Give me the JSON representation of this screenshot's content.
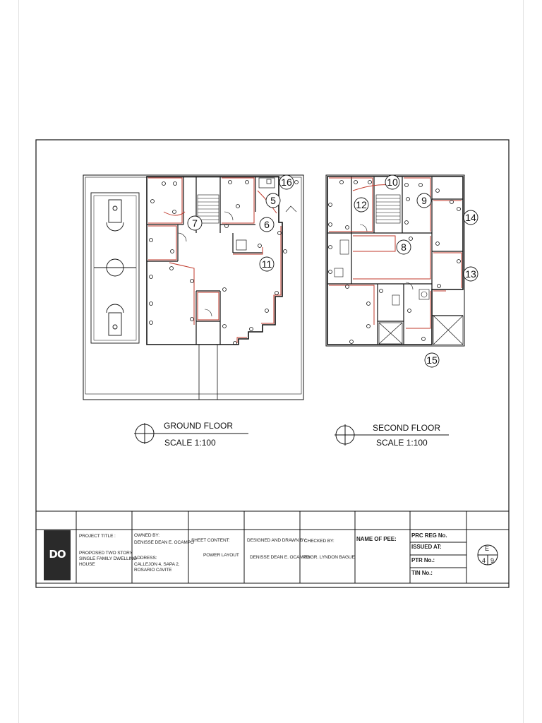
{
  "plans": {
    "ground": {
      "title": "GROUND FLOOR",
      "scale": "SCALE 1:100"
    },
    "second": {
      "title": "SECOND FLOOR",
      "scale": "SCALE 1:100"
    }
  },
  "circuit_tags": [
    "5",
    "6",
    "7",
    "11",
    "16",
    "8",
    "9",
    "10",
    "12",
    "13",
    "14",
    "15"
  ],
  "title_block": {
    "logo_mark": "DO",
    "project_title_label": "PROJECT TITLE :",
    "project_title_value": [
      "PROPOSED TWO STORY",
      "SINGLE FAMILY DWELLING",
      "HOUSE"
    ],
    "owned_by_label": "OWNED BY:",
    "owned_by_value": "DENISSE DEAN E. OCAMPO",
    "address_label": "ADDRESS:",
    "address_value": [
      "CALLEJON 4, SAPA 2,",
      "ROSARIO CAVITE"
    ],
    "sheet_content_label": "SHEET CONTENT:",
    "sheet_content_value": "POWER LAYOUT",
    "designed_label": "DESIGNED AND DRAWN BY:",
    "designed_value": "DENISSE DEAN E. OCAMPO",
    "checked_label": "CHECKED BY:",
    "checked_value": "ENGR. LYNDON BAGUE",
    "pee_label": "NAME OF PEE:",
    "prc_label": "PRC REG No.",
    "issued_label": "ISSUED AT:",
    "ptr_label": "PTR No.:",
    "tin_label": "TIN No.:",
    "sheet_letter": "E",
    "sheet_number": "4",
    "sheet_total": "9"
  },
  "colors": {
    "line": "#111111",
    "circuit": "#c0392b",
    "logo_bg": "#2a2a2a"
  }
}
